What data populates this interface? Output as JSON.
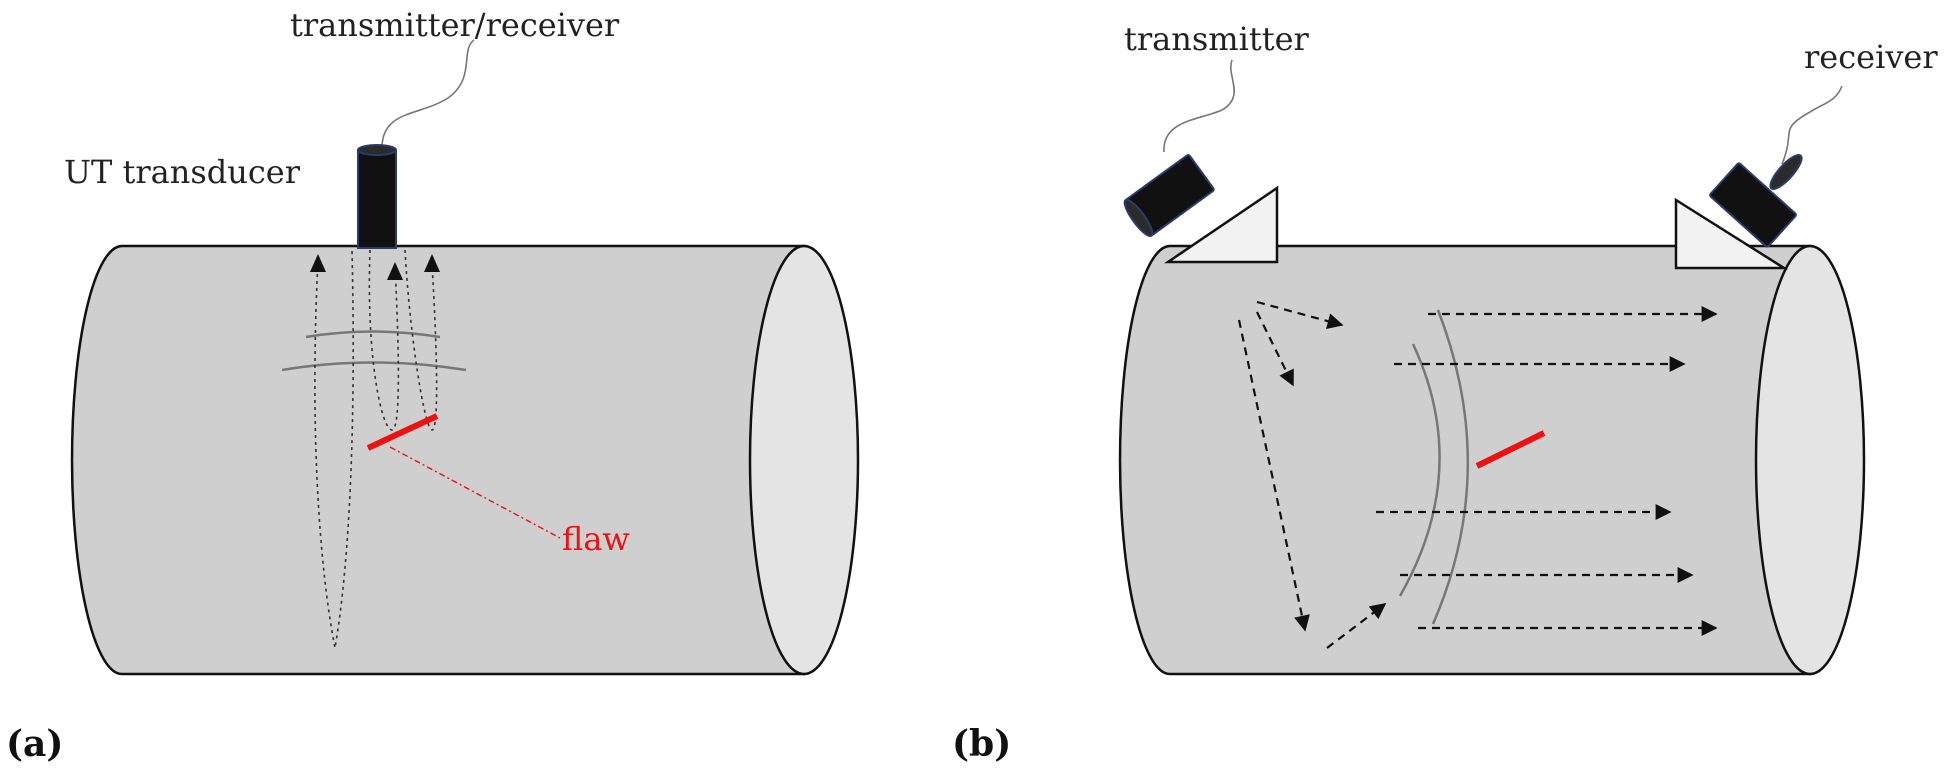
{
  "labels": {
    "transmitter_receiver": "transmitter/receiver",
    "ut_transducer": "UT transducer",
    "flaw": "flaw",
    "transmitter": "transmitter",
    "receiver": "receiver"
  },
  "panels": {
    "a": "(a)",
    "b": "(b)"
  },
  "colors": {
    "pipe_fill": "#d0cfd0",
    "pipe_end": "#e4e4e4",
    "flaw": "#ee1111",
    "transducer": "#111111",
    "transducer_rim": "#2a3d6a",
    "wedge": "#f2f2f2"
  }
}
